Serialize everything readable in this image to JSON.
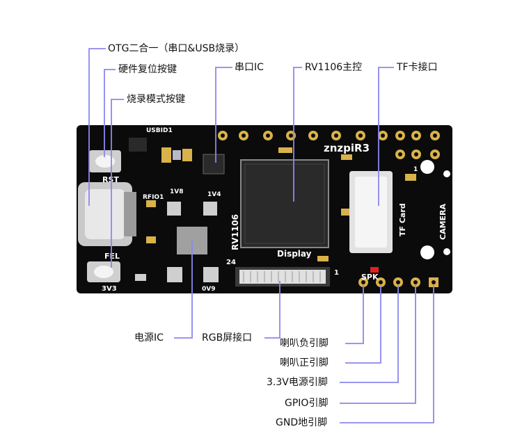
{
  "colors": {
    "leader_line": "#8c86f0",
    "board": "#0b0b0b",
    "pad_gold": "#d9b24a",
    "silkscreen": "#ffffff",
    "chip": "#2a2a2a",
    "component_grey": "#b8b8b8"
  },
  "callouts": {
    "otg": "OTG二合一（串口&USB烧录）",
    "reset": "硬件复位按键",
    "burn": "烧录模式按键",
    "uart_ic": "串口IC",
    "soc": "RV1106主控",
    "tf": "TF卡接口",
    "power_ic": "电源IC",
    "rgb": "RGB屏接口",
    "spk_neg": "喇叭负引脚",
    "spk_pos": "喇叭正引脚",
    "v33": "3.3V电源引脚",
    "gpio": "GPIO引脚",
    "gnd": "GND地引脚"
  },
  "silkscreen": {
    "brand": "znzpiR3",
    "rst": "RST",
    "fel": "FEL",
    "v3v3": "3V3",
    "usbid": "USBID1",
    "rfio": "RFIO1",
    "v1v8": "1V8",
    "v1v4": "1V4",
    "chip_name": "RV1106",
    "display": "Display",
    "pin24": "24",
    "pin1_fpc": "1",
    "spk": "SPK",
    "tfcard": "TF Card",
    "camera": "CAMERA",
    "ov9": "0V9",
    "pin1_cam": "1"
  }
}
